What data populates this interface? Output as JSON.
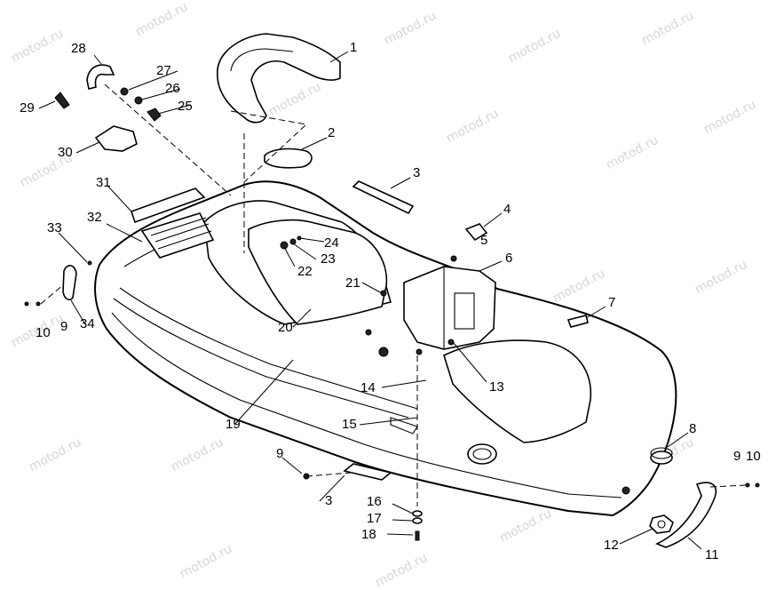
{
  "watermark": "motod.ru",
  "callouts": [
    {
      "id": "c1",
      "text": "1"
    },
    {
      "id": "c2",
      "text": "2"
    },
    {
      "id": "c3a",
      "text": "3"
    },
    {
      "id": "c3b",
      "text": "3"
    },
    {
      "id": "c4",
      "text": "4"
    },
    {
      "id": "c5",
      "text": "5"
    },
    {
      "id": "c6",
      "text": "6"
    },
    {
      "id": "c7",
      "text": "7"
    },
    {
      "id": "c8",
      "text": "8"
    },
    {
      "id": "c9a",
      "text": "9"
    },
    {
      "id": "c9b",
      "text": "9"
    },
    {
      "id": "c9c",
      "text": "9"
    },
    {
      "id": "c10a",
      "text": "10"
    },
    {
      "id": "c10b",
      "text": "10"
    },
    {
      "id": "c11",
      "text": "11"
    },
    {
      "id": "c12",
      "text": "12"
    },
    {
      "id": "c13",
      "text": "13"
    },
    {
      "id": "c14",
      "text": "14"
    },
    {
      "id": "c15",
      "text": "15"
    },
    {
      "id": "c16",
      "text": "16"
    },
    {
      "id": "c17",
      "text": "17"
    },
    {
      "id": "c18",
      "text": "18"
    },
    {
      "id": "c19",
      "text": "19"
    },
    {
      "id": "c20",
      "text": "20"
    },
    {
      "id": "c21",
      "text": "21"
    },
    {
      "id": "c22",
      "text": "22"
    },
    {
      "id": "c23",
      "text": "23"
    },
    {
      "id": "c24",
      "text": "24"
    },
    {
      "id": "c25",
      "text": "25"
    },
    {
      "id": "c26",
      "text": "26"
    },
    {
      "id": "c27",
      "text": "27"
    },
    {
      "id": "c28",
      "text": "28"
    },
    {
      "id": "c29",
      "text": "29"
    },
    {
      "id": "c30",
      "text": "30"
    },
    {
      "id": "c31",
      "text": "31"
    },
    {
      "id": "c32",
      "text": "32"
    },
    {
      "id": "c33",
      "text": "33"
    },
    {
      "id": "c34",
      "text": "34"
    }
  ]
}
